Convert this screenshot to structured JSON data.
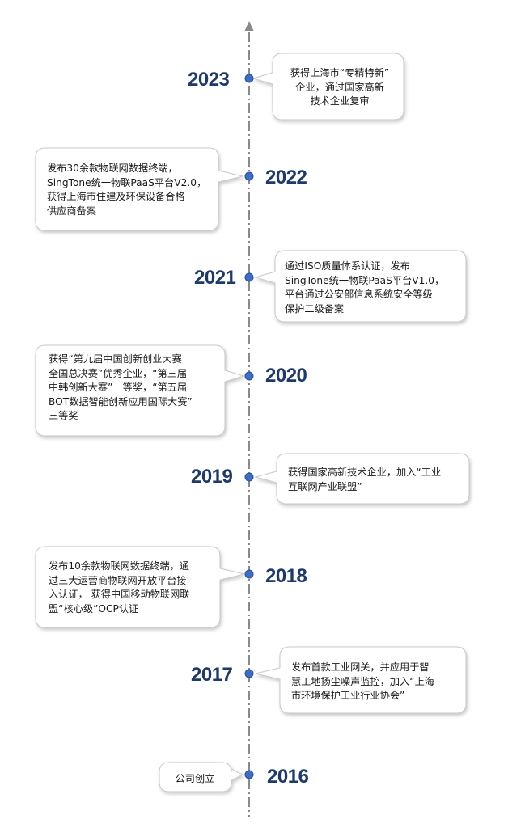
{
  "timeline": {
    "events": [
      {
        "year": "2023",
        "side": "right",
        "text": "获得上海市“专精特新”\n企业，通过国家高新\n技术企业复审"
      },
      {
        "year": "2022",
        "side": "left",
        "text": "发布30余款物联网数据终端，\nSingTone统一物联PaaS平台V2.0，\n获得上海市住建及环保设备合格\n供应商备案"
      },
      {
        "year": "2021",
        "side": "right",
        "text": "通过ISO质量体系认证，发布\nSingTone统一物联PaaS平台V1.0，\n平台通过公安部信息系统安全等级\n保护二级备案"
      },
      {
        "year": "2020",
        "side": "left",
        "text": "获得“第九届中国创新创业大赛\n全国总决赛”优秀企业，“第三届\n中韩创新大赛”一等奖，“第五届\nBOT数据智能创新应用国际大赛”\n三等奖"
      },
      {
        "year": "2019",
        "side": "right",
        "text": "获得国家高新技术企业，加入“工业\n互联网产业联盟”"
      },
      {
        "year": "2018",
        "side": "left",
        "text": "发布10余款物联网数据终端，通\n过三大运营商物联网开放平台接\n入认证， 获得中国移动物联网联\n盟“核心级”OCP认证"
      },
      {
        "year": "2017",
        "side": "right",
        "text": "发布首款工业网关，并应用于智\n慧工地扬尘噪声监控，加入“上海\n市环境保护工业行业协会”"
      },
      {
        "year": "2016",
        "side": "left",
        "text": "公司创立"
      }
    ]
  },
  "colors": {
    "axis": "#8a8a8a",
    "dot": "#3f6cc4",
    "dot_stroke": "#2a4f99",
    "year": "#1f3a68",
    "bubble_border": "#c9c9c9"
  }
}
